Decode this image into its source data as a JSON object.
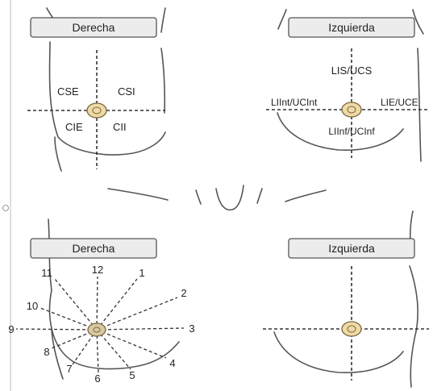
{
  "panels": {
    "top_right_breast": {
      "title": "Derecha",
      "quadrants": [
        "CSE",
        "CSI",
        "CIE",
        "CII"
      ]
    },
    "top_left_breast": {
      "title": "Izquierda",
      "labels": [
        "LIS/UCS",
        "LIInt/UCInt",
        "LIE/UCE",
        "LIInf/UCInf"
      ]
    },
    "bottom_right_breast": {
      "title": "Derecha",
      "clock_positions": [
        "12",
        "1",
        "2",
        "3",
        "4",
        "5",
        "6",
        "7",
        "8",
        "9",
        "10",
        "11"
      ]
    },
    "bottom_left_breast": {
      "title": "Izquierda"
    }
  },
  "colors": {
    "label_box": "#ececec",
    "nipple": "#efd9a4",
    "outline": "#555555"
  }
}
